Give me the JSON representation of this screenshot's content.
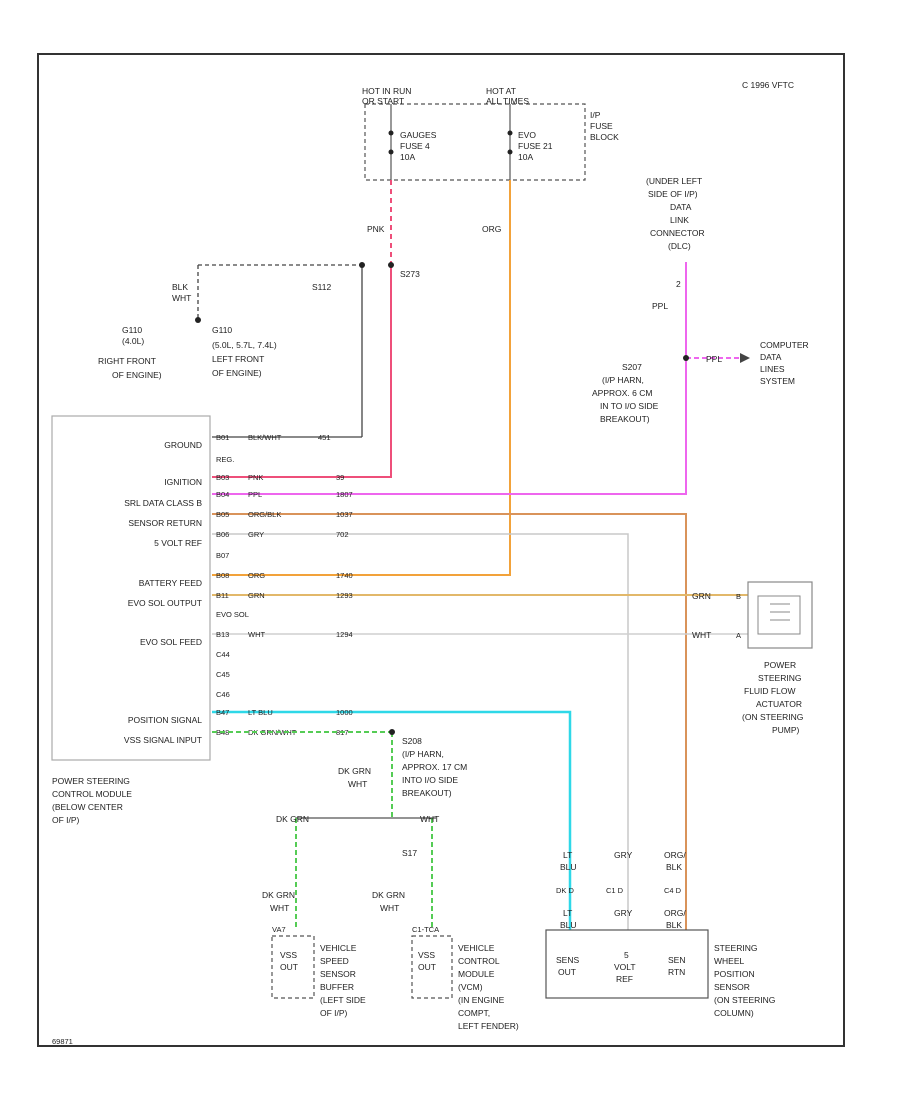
{
  "colors": {
    "pink": "#ee4f7a",
    "orange": "#f2a23a",
    "violet": "#ee66ee",
    "tan": "#d9935a",
    "gray": "#c8c8c8",
    "cyan": "#2ed8e8",
    "green": "#55cc55",
    "black": "#444444",
    "frame": "#333333"
  },
  "copyright": "C 1996 VFTC",
  "footer_id": "69871",
  "fuse_panel": {
    "source_run": [
      "HOT IN RUN",
      "OR START"
    ],
    "source_acc": [
      "HOT AT",
      "ALL TIMES"
    ],
    "gauges_fuse": [
      "GAUGES",
      "FUSE 4",
      "10A"
    ],
    "evo_fuse": [
      "EVO",
      "FUSE 21",
      "10A"
    ],
    "panel": [
      "I/P",
      "FUSE",
      "BLOCK"
    ]
  },
  "wire_labels": {
    "pnk": "PNK",
    "org_top": "ORG",
    "blk_wht": [
      "BLK",
      "WHT"
    ],
    "s112": "S112",
    "s273": "S273",
    "ppl": "PPL",
    "ppl_right": "PPL",
    "dk_grn_wht": [
      "DK GRN",
      "WHT"
    ],
    "dk_grn_left": "DK GRN",
    "wht_mid": "WHT",
    "s17": "S17",
    "dk_grn_wht_a": [
      "DK GRN",
      "WHT"
    ],
    "dk_grn_wht_b": [
      "DK GRN",
      "WHT"
    ],
    "grn_act": "GRN",
    "wht_act": "WHT"
  },
  "grounds": {
    "g110": [
      "G110",
      "(4.0L)",
      "RIGHT FRONT",
      "OF ENGINE)"
    ],
    "g110b": [
      "G110",
      "(5.0L, 5.7L, 7.4L)",
      "LEFT FRONT",
      "OF ENGINE)"
    ]
  },
  "dlc": {
    "label": [
      "(UNDER LEFT",
      "SIDE OF I/P)",
      "DATA",
      "LINK",
      "CONNECTOR",
      "(DLC)"
    ],
    "pin": "2"
  },
  "splice_s207": [
    "S207",
    "(I/P HARN,",
    "APPROX. 6 CM",
    "IN TO I/O SIDE",
    "BREAKOUT)"
  ],
  "computer_data_lines": [
    "COMPUTER",
    "DATA",
    "LINES",
    "SYSTEM"
  ],
  "module": {
    "pins": [
      "GROUND",
      "REG.",
      "IGNITION",
      "SRL DATA CLASS B",
      "SENSOR RETURN",
      "5 VOLT REF",
      "B07",
      "BATTERY FEED",
      "EVO SOL OUTPUT",
      "EVO SOL",
      "EVO SOL FEED",
      "C44",
      "C45",
      "C46",
      "POSITION SIGNAL",
      "VSS SIGNAL INPUT"
    ],
    "name": [
      "POWER STEERING",
      "CONTROL MODULE",
      "(BELOW CENTER",
      "OF I/P)"
    ]
  },
  "wire_rows": [
    {
      "pin": "B01",
      "color": "BLK/WHT",
      "circuit": "451"
    },
    {
      "pin": "B03",
      "color": "PNK",
      "circuit": "39"
    },
    {
      "pin": "B04",
      "color": "PPL",
      "circuit": "1807"
    },
    {
      "pin": "B05",
      "color": "ORG/BLK",
      "circuit": "1037"
    },
    {
      "pin": "B06",
      "color": "GRY",
      "circuit": "702"
    },
    {
      "pin": "B08",
      "color": "ORG",
      "circuit": "1740"
    },
    {
      "pin": "B11",
      "color": "GRN",
      "circuit": "1293"
    },
    {
      "pin": "B13",
      "color": "WHT",
      "circuit": "1294"
    },
    {
      "pin": "B47",
      "color": "LT BLU",
      "circuit": "1000"
    },
    {
      "pin": "B48",
      "color": "DK GRN/WHT",
      "circuit": "817"
    }
  ],
  "splice_s208": [
    "S208",
    "(I/P HARN,",
    "APPROX. 17 CM",
    "INTO I/O SIDE",
    "BREAKOUT)"
  ],
  "actuator": {
    "pin_a": "B",
    "pin_b": "A",
    "name": [
      "POWER",
      "STEERING",
      "FLUID FLOW",
      "ACTUATOR",
      "(ON STEERING",
      "PUMP)"
    ]
  },
  "vss_buffer": {
    "pin": "VA7",
    "label": [
      "VSS",
      "OUT"
    ],
    "name": [
      "VEHICLE",
      "SPEED",
      "SENSOR",
      "BUFFER",
      "(LEFT SIDE",
      "OF I/P)"
    ]
  },
  "vcm": {
    "pin": "C1-TCA",
    "label": [
      "VSS",
      "OUT"
    ],
    "name": [
      "VEHICLE",
      "CONTROL",
      "MODULE",
      "(VCM)",
      "(IN ENGINE",
      "COMPT,",
      "LEFT FENDER)"
    ]
  },
  "steering_sensor": {
    "top_labels": [
      [
        "LT",
        "BLU"
      ],
      [
        "GRY"
      ],
      [
        "ORG/",
        "BLK"
      ]
    ],
    "pins": [
      "DK D",
      "C1 D",
      "C4 D"
    ],
    "bottom_labels": [
      [
        "LT",
        "BLU"
      ],
      [
        "GRY"
      ],
      [
        "ORG/",
        "BLK"
      ]
    ],
    "cells": [
      [
        "SENS",
        "OUT"
      ],
      [
        "5",
        "VOLT",
        "REF"
      ],
      [
        "SEN",
        "RTN"
      ]
    ],
    "name": [
      "STEERING",
      "WHEEL",
      "POSITION",
      "SENSOR",
      "(ON STEERING",
      "COLUMN)"
    ]
  }
}
